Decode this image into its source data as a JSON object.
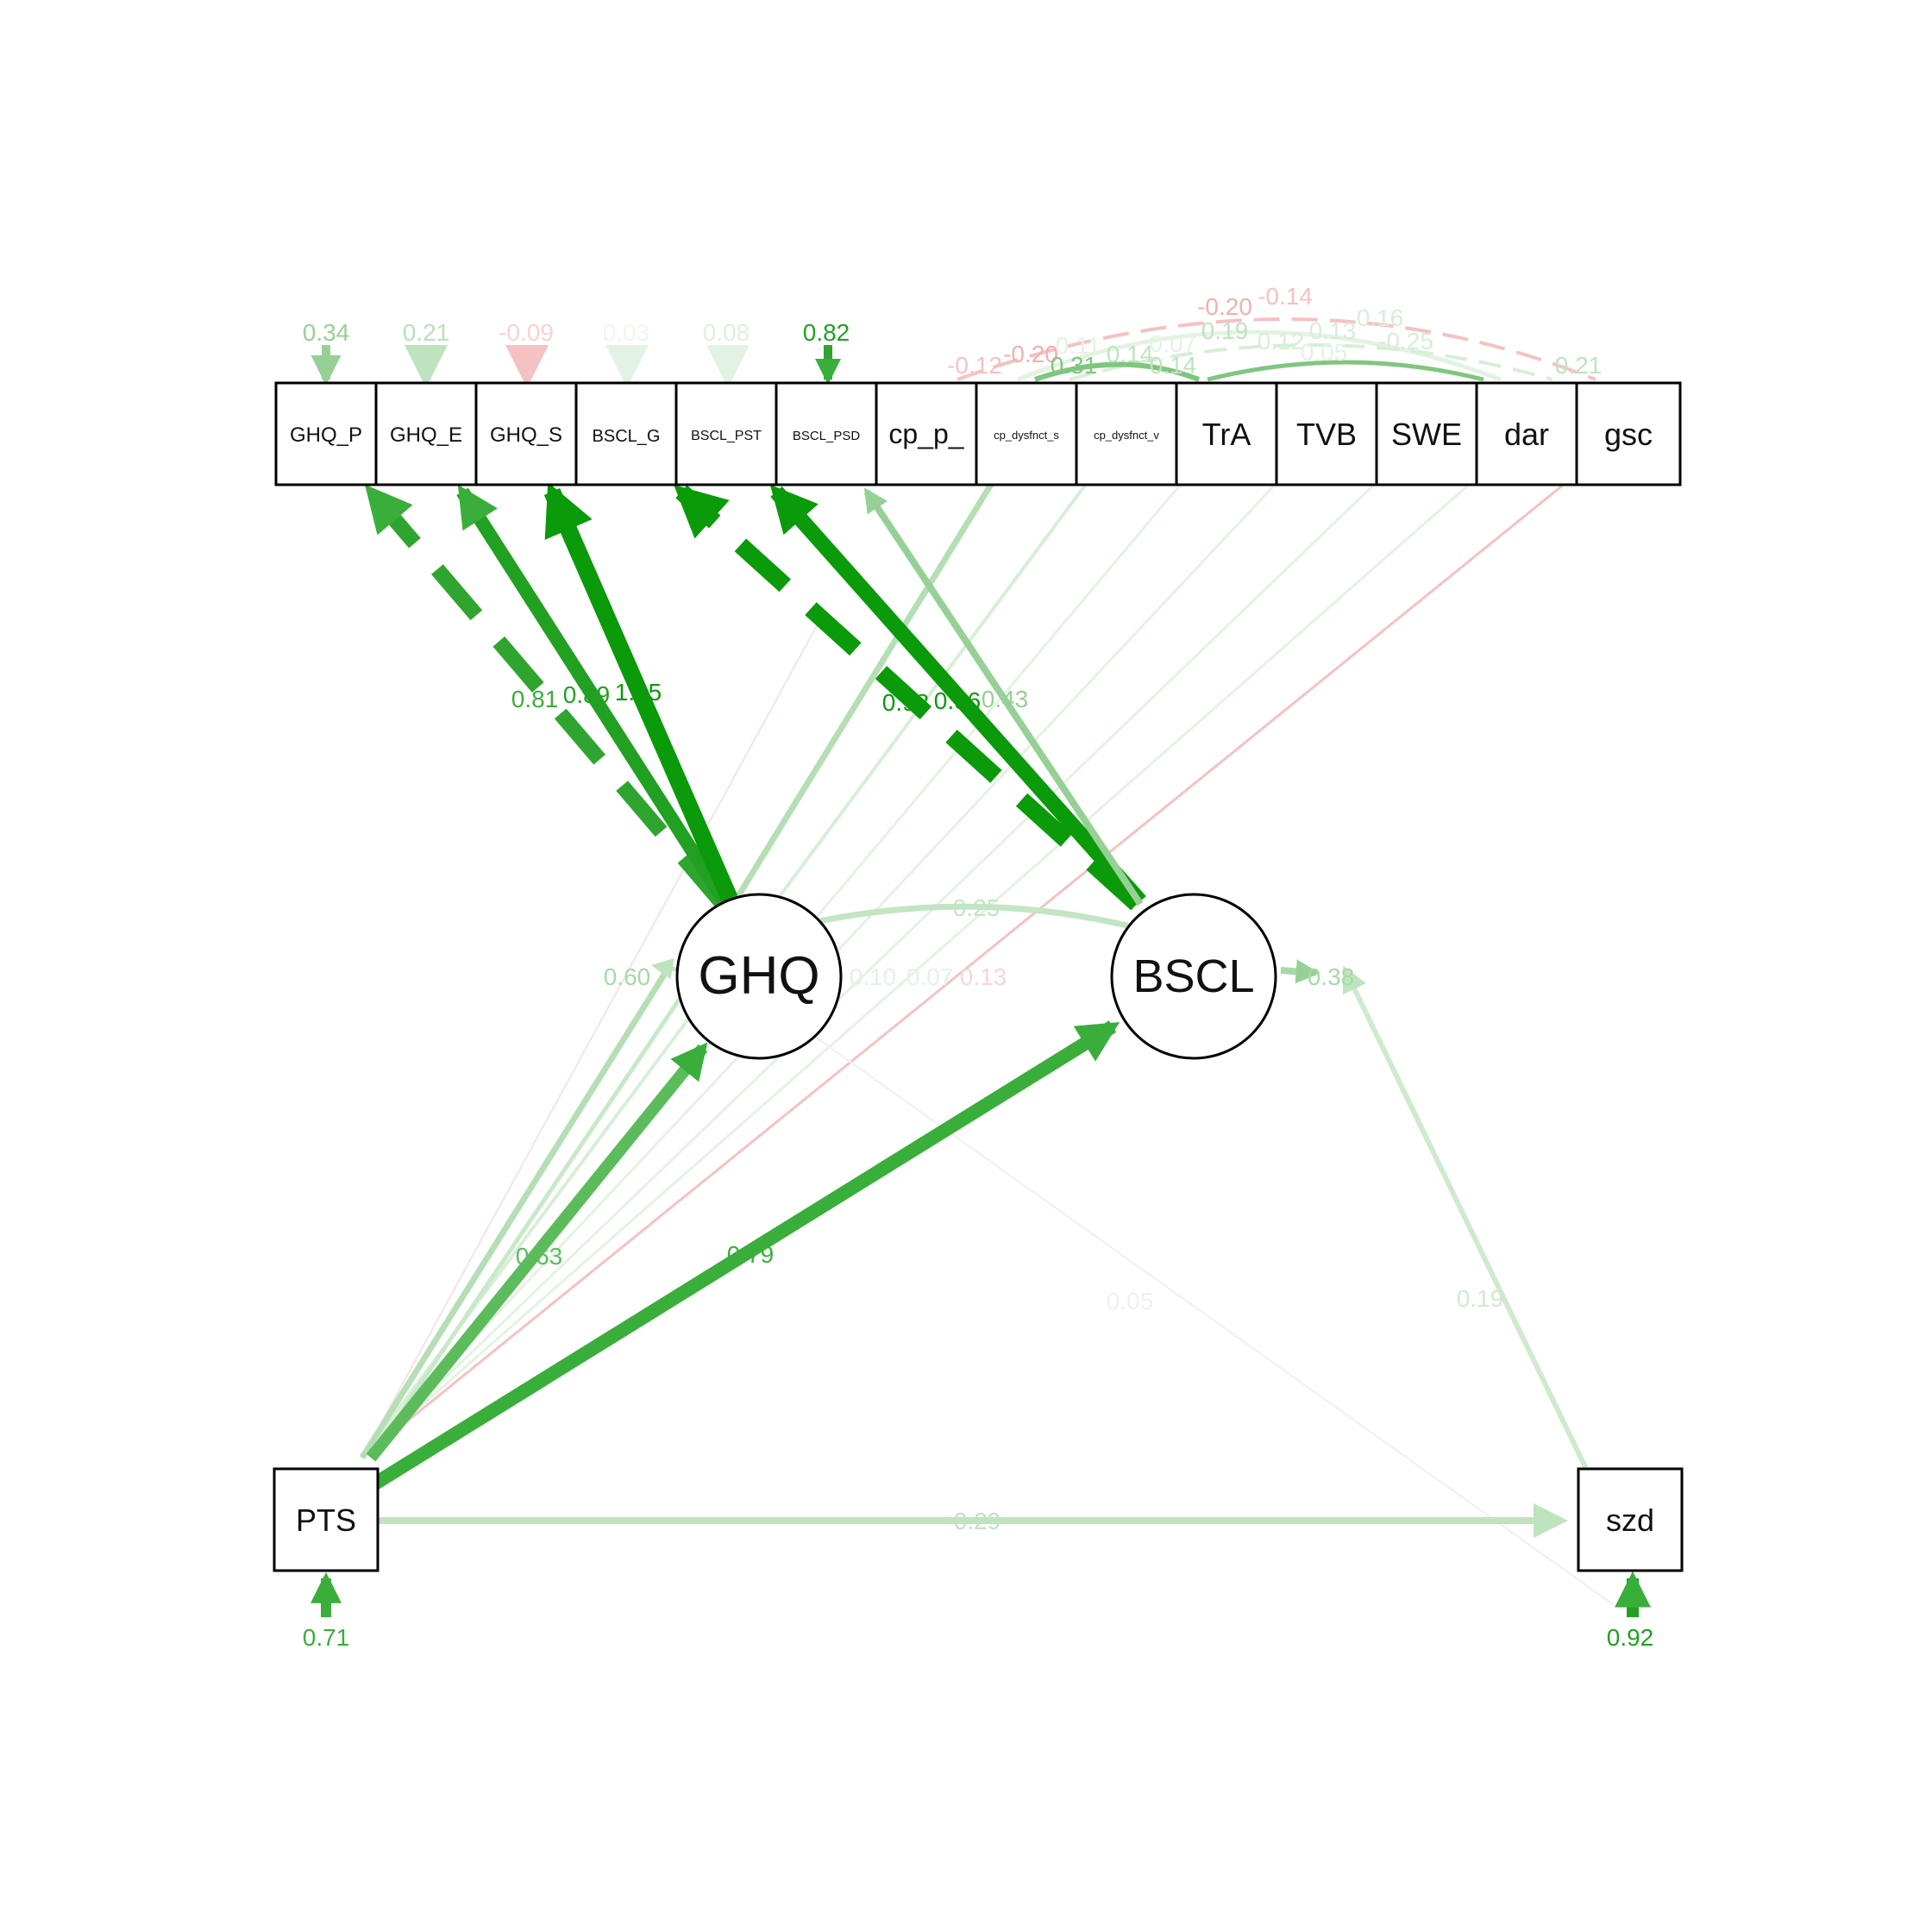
{
  "colors": {
    "strong_positive": "#0a9a0a",
    "positive": "#3aae3a",
    "weak_positive": "#bfe3bf",
    "faint_positive": "#e3f3e3",
    "negative": "#f4c2c2",
    "node_stroke": "#000000",
    "background": "#ffffff"
  },
  "nodes": {
    "ghq_p": "GHQ_P",
    "ghq_e": "GHQ_E",
    "ghq_s": "GHQ_S",
    "bscl_g": "BSCL_G",
    "bscl_pst": "BSCL_PST",
    "bscl_psd": "BSCL_PSD",
    "cp_p": "cp_p_",
    "cp_dysfnct_s": "cp_dysfnct_s",
    "cp_dysfnct_v": "cp_dysfnct_v",
    "tra": "TrA",
    "tvb": "TVB",
    "swe": "SWE",
    "dar": "dar",
    "gsc": "gsc",
    "ghq": "GHQ",
    "bscl": "BSCL",
    "pts": "PTS",
    "szd": "szd"
  },
  "residuals": {
    "ghq_p": "0.34",
    "ghq_e": "0.21",
    "ghq_s": "-0.09",
    "bscl_g": "0.03",
    "bscl_pst": "0.08",
    "bscl_psd": "0.82",
    "pts": "0.71",
    "szd": "0.92",
    "ghq": "0.60",
    "bscl": "0.38"
  },
  "loadings": {
    "ghq_ghq_p": "0.81",
    "ghq_ghq_e": "0.89",
    "ghq_ghq_s": "1.05",
    "bscl_bscl_g": "0.98",
    "bscl_bscl_psd": "0.96",
    "bscl_cp_p": "0.43"
  },
  "paths": {
    "pts_ghq": "0.63",
    "pts_bscl": "0.79",
    "pts_szd": "0.29",
    "szd_bscl": "0.19",
    "ghq_szd": "0.05",
    "ghq_bscl_cov": "0.25"
  },
  "mid_labels": {
    "a": "0.10",
    "b": "0.07",
    "c": "0.13"
  },
  "top_covariances": {
    "a": "-0.12",
    "b": "-0.20",
    "c": "0.11",
    "d": "0.31",
    "e": "0.14",
    "f": "0.07",
    "g": "0.14",
    "h": "-0.20",
    "i": "-0.14",
    "j": "0.19",
    "k": "0.12",
    "l": "0.13",
    "m": "0.16",
    "n": "0.05",
    "o": "-0.25",
    "p": "0.21"
  }
}
